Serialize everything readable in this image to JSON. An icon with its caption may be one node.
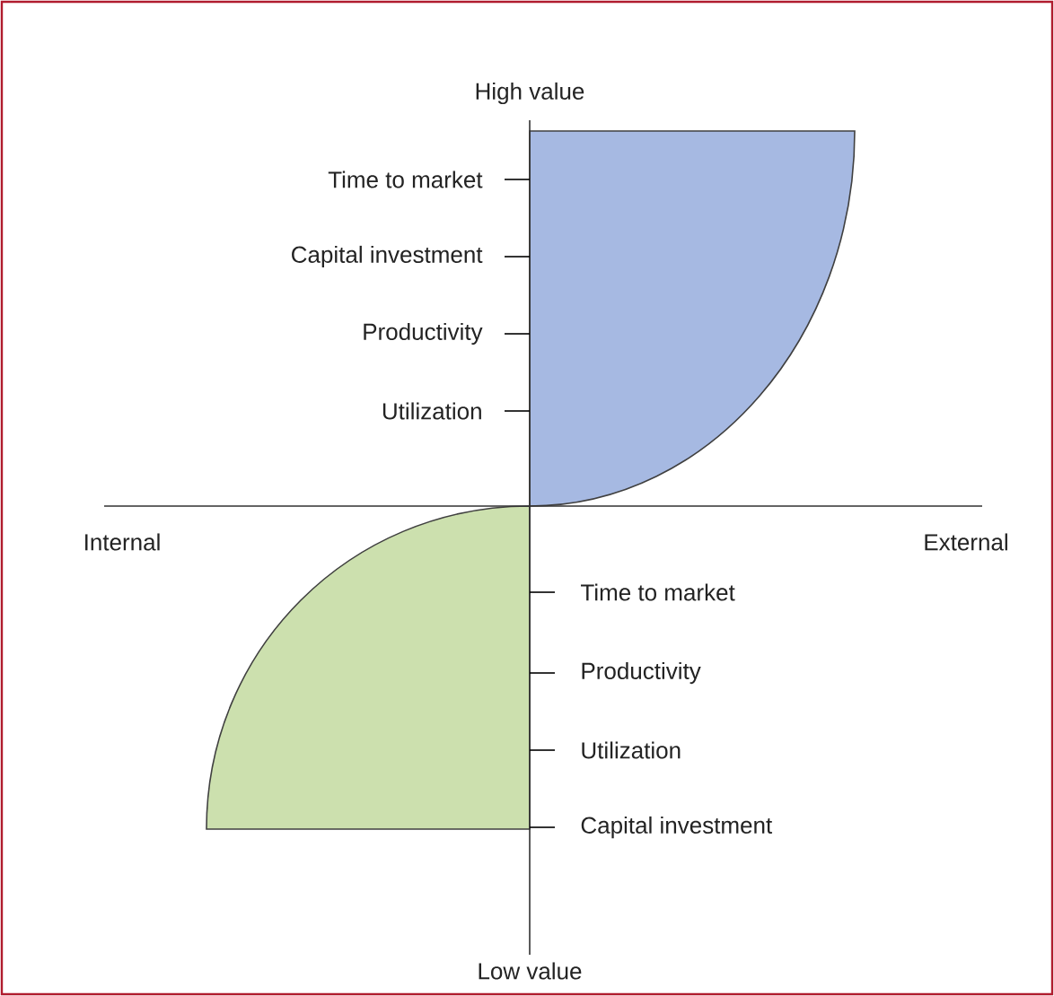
{
  "diagram": {
    "labels": [
      "High value",
      "Time to market",
      "Capital investment",
      "Productivity",
      "Utilization",
      "Internal",
      "External",
      "Time to market",
      "Productivity",
      "Utilization",
      "Capital investment",
      "Low value"
    ]
  }
}
